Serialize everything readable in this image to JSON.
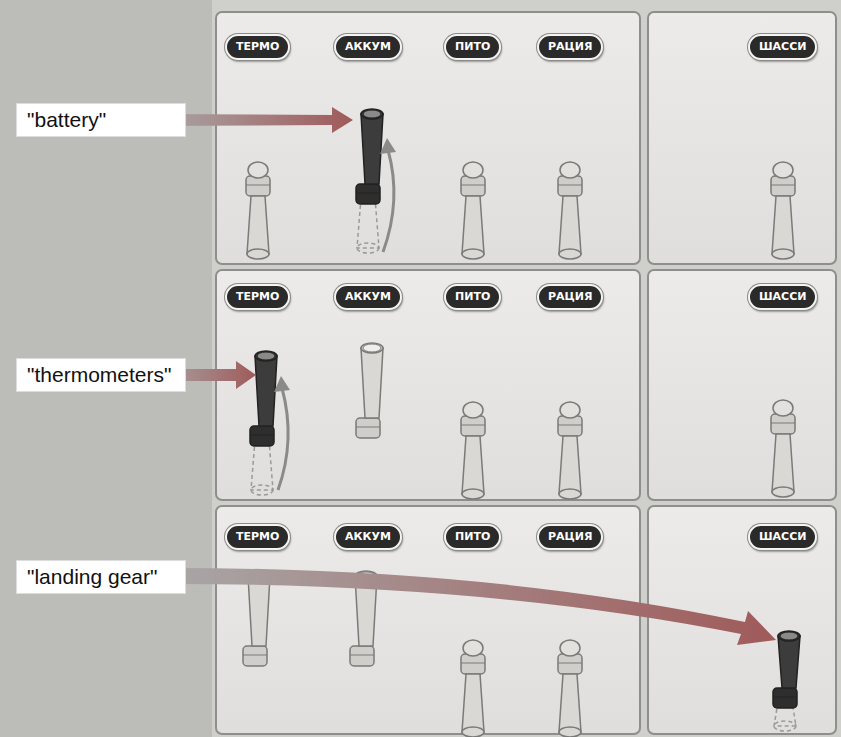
{
  "diagram": {
    "nodes": [
      {
        "text": [
          "ТЕРМО"
        ]
      },
      {
        "text": [
          "АККУМ"
        ]
      },
      {
        "text": [
          "ПИТО"
        ]
      },
      {
        "text": [
          "РАЦИЯ"
        ]
      },
      {
        "text": [
          "ШАССИ"
        ]
      },
      {
        "text": [
          "\"battery\""
        ]
      },
      {
        "text": [
          "ТЕРМО"
        ]
      },
      {
        "text": [
          "АККУМ"
        ]
      },
      {
        "text": [
          "ПИТО"
        ]
      },
      {
        "text": [
          "РАЦИЯ"
        ]
      },
      {
        "text": [
          "ШАССИ"
        ]
      },
      {
        "text": [
          "\"thermometers\""
        ]
      },
      {
        "text": [
          "ТЕРМО"
        ]
      },
      {
        "text": [
          "АККУМ"
        ]
      },
      {
        "text": [
          "ПИТО"
        ]
      },
      {
        "text": [
          "РАЦИЯ"
        ]
      },
      {
        "text": [
          "ШАССИ"
        ]
      },
      {
        "text": [
          "\"landing gear\""
        ]
      }
    ]
  }
}
